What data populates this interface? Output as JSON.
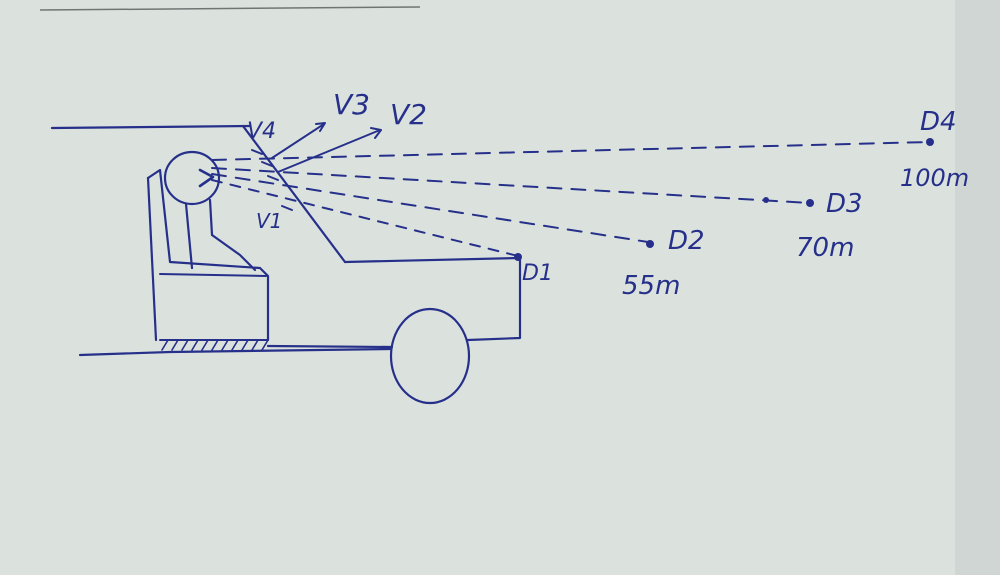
{
  "sight_points": [
    {
      "label": "V1"
    },
    {
      "label": "V2"
    },
    {
      "label": "V3"
    },
    {
      "label": "V4"
    }
  ],
  "targets": [
    {
      "label": "D1",
      "distance": ""
    },
    {
      "label": "D2",
      "distance": "55m"
    },
    {
      "label": "D3",
      "distance": "70m"
    },
    {
      "label": "D4",
      "distance": "100m"
    }
  ],
  "colors": {
    "ink": "#26308a",
    "paper": "#d9e0dc",
    "shadow": "#c8d0cd"
  }
}
